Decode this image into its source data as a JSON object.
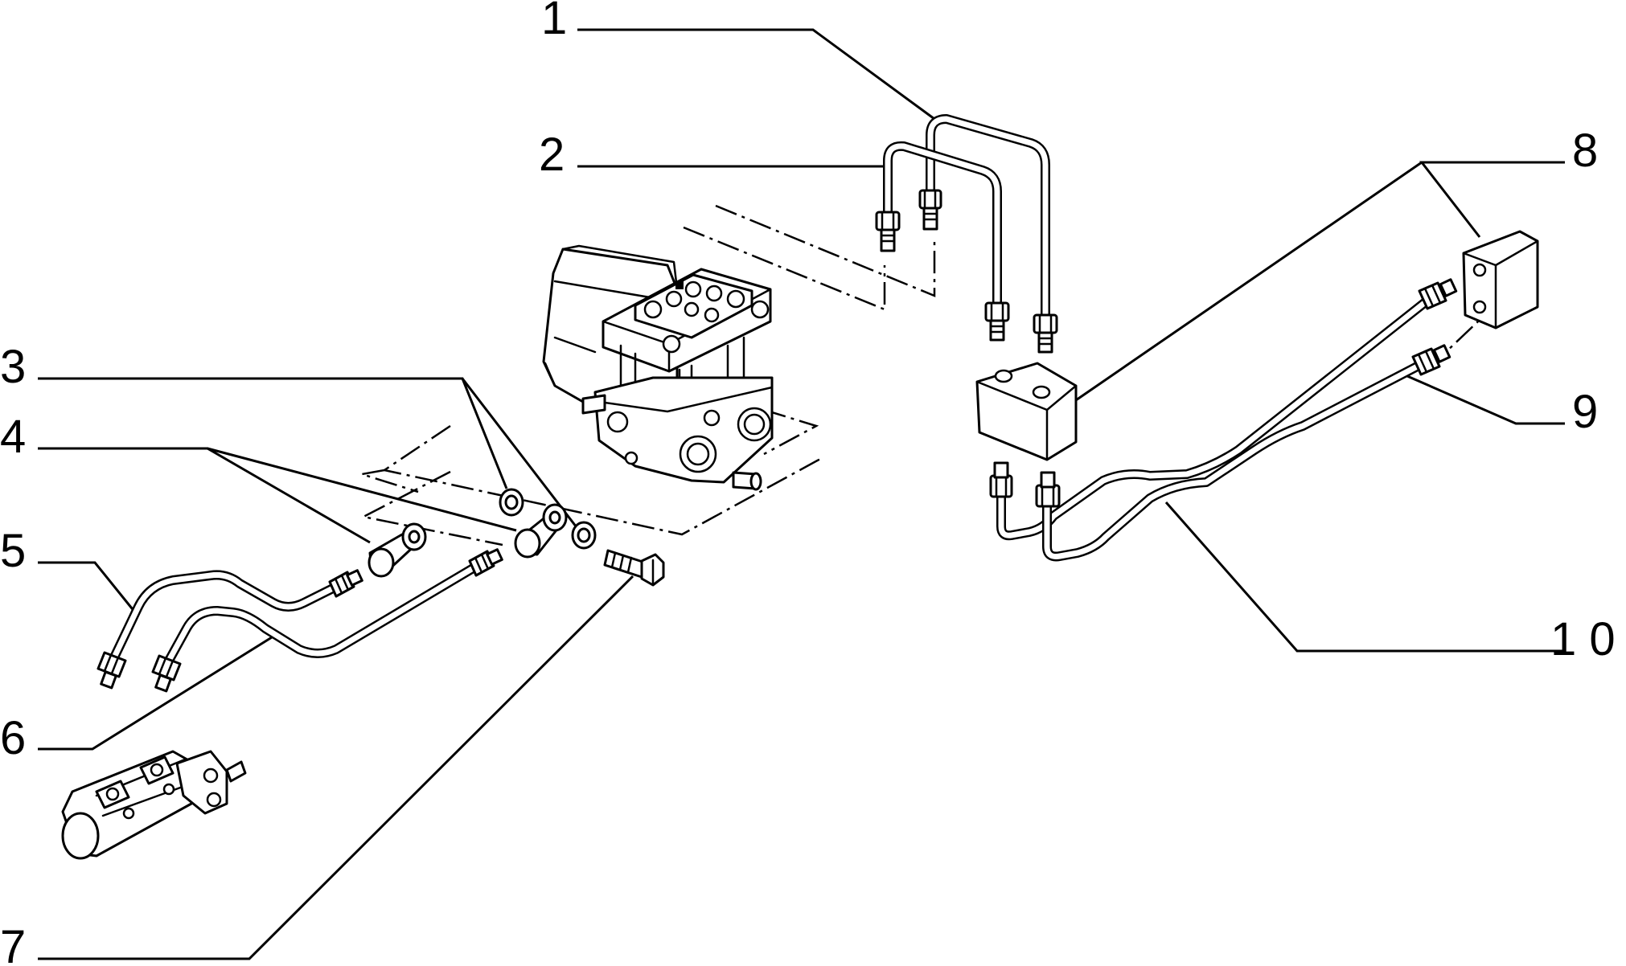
{
  "callouts": {
    "c1": "1",
    "c2": "2",
    "c3": "3",
    "c4": "4",
    "c5": "5",
    "c6": "6",
    "c7": "7",
    "c8": "8",
    "c9": "9",
    "c10": "1 0"
  },
  "colors": {
    "line": "#000000",
    "background": "#ffffff"
  }
}
